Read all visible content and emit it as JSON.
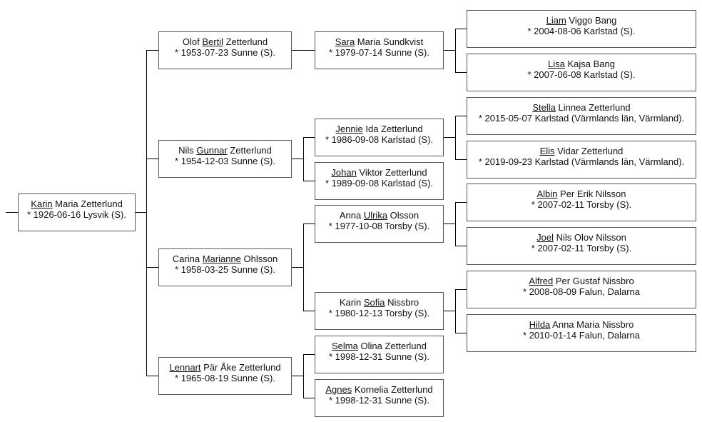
{
  "people": {
    "karin_m": {
      "pre": "",
      "called": "Karin",
      "post": " Maria Zetterlund",
      "birth": "* 1926-06-16 Lysvik (S)."
    },
    "bertil": {
      "pre": "Olof ",
      "called": "Bertil",
      "post": " Zetterlund",
      "birth": "* 1953-07-23 Sunne (S)."
    },
    "gunnar": {
      "pre": "Nils ",
      "called": "Gunnar",
      "post": " Zetterlund",
      "birth": "* 1954-12-03 Sunne (S)."
    },
    "marianne": {
      "pre": "Carina ",
      "called": "Marianne",
      "post": " Ohlsson",
      "birth": "* 1958-03-25 Sunne (S)."
    },
    "lennart": {
      "pre": "",
      "called": "Lennart",
      "post": " Pär Åke Zetterlund",
      "birth": "* 1965-08-19 Sunne (S)."
    },
    "sara": {
      "pre": "",
      "called": "Sara",
      "post": " Maria Sundkvist",
      "birth": "* 1979-07-14 Sunne (S)."
    },
    "jennie": {
      "pre": "",
      "called": "Jennie",
      "post": " Ida Zetterlund",
      "birth": "* 1986-09-08 Karlstad (S)."
    },
    "johan": {
      "pre": "",
      "called": "Johan",
      "post": " Viktor Zetterlund",
      "birth": "* 1989-09-08 Karlstad (S)."
    },
    "ulrika": {
      "pre": "Anna ",
      "called": "Ulrika",
      "post": " Olsson",
      "birth": "* 1977-10-08 Torsby (S)."
    },
    "sofia": {
      "pre": "Karin ",
      "called": "Sofia",
      "post": " Nissbro",
      "birth": "* 1980-12-13 Torsby (S)."
    },
    "selma": {
      "pre": "",
      "called": "Selma",
      "post": " Olina Zetterlund",
      "birth": "* 1998-12-31 Sunne (S)."
    },
    "agnes": {
      "pre": "",
      "called": "Agnes",
      "post": " Kornelia Zetterlund",
      "birth": "* 1998-12-31 Sunne (S)."
    },
    "liam": {
      "pre": "",
      "called": "Liam",
      "post": " Viggo Bang",
      "birth": "* 2004-08-06 Karlstad (S)."
    },
    "lisa": {
      "pre": "",
      "called": "Lisa",
      "post": " Kajsa Bang",
      "birth": "* 2007-06-08 Karlstad (S)."
    },
    "stella": {
      "pre": "",
      "called": "Stella",
      "post": " Linnea Zetterlund",
      "birth": "* 2015-05-07 Karlstad (Värmlands län, Värmland)."
    },
    "elis": {
      "pre": "",
      "called": "Elis",
      "post": " Vidar Zetterlund",
      "birth": "* 2019-09-23 Karlstad (Värmlands län, Värmland)."
    },
    "albin": {
      "pre": "",
      "called": "Albin",
      "post": " Per Erik Nilsson",
      "birth": "* 2007-02-11 Torsby (S)."
    },
    "joel": {
      "pre": "",
      "called": "Joel",
      "post": " Nils Olov Nilsson",
      "birth": "* 2007-02-11 Torsby (S)."
    },
    "alfred": {
      "pre": "",
      "called": "Alfred",
      "post": " Per Gustaf Nissbro",
      "birth": "* 2008-08-09 Falun, Dalarna"
    },
    "hilda": {
      "pre": "",
      "called": "Hilda",
      "post": " Anna Maria Nissbro",
      "birth": "* 2010-01-14 Falun, Dalarna"
    }
  }
}
